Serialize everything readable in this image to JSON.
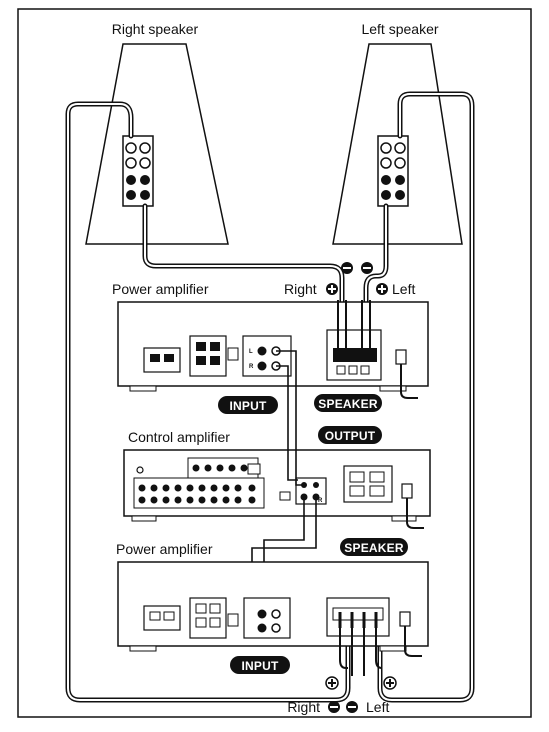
{
  "labels": {
    "right_speaker": "Right speaker",
    "left_speaker": "Left speaker",
    "power_amp_top": "Power amplifier",
    "control_amp": "Control amplifier",
    "power_amp_bottom": "Power amplifier",
    "right_top": "Right",
    "left_top": "Left",
    "right_bottom": "Right",
    "left_bottom": "Left"
  },
  "badges": {
    "input_top": "INPUT",
    "speaker_top": "SPEAKER",
    "output": "OUTPUT",
    "speaker_bottom": "SPEAKER",
    "input_bottom": "INPUT"
  },
  "jack_letters": {
    "l": "L",
    "r": "R"
  },
  "colors": {
    "ink": "#111111",
    "paper": "#ffffff"
  }
}
